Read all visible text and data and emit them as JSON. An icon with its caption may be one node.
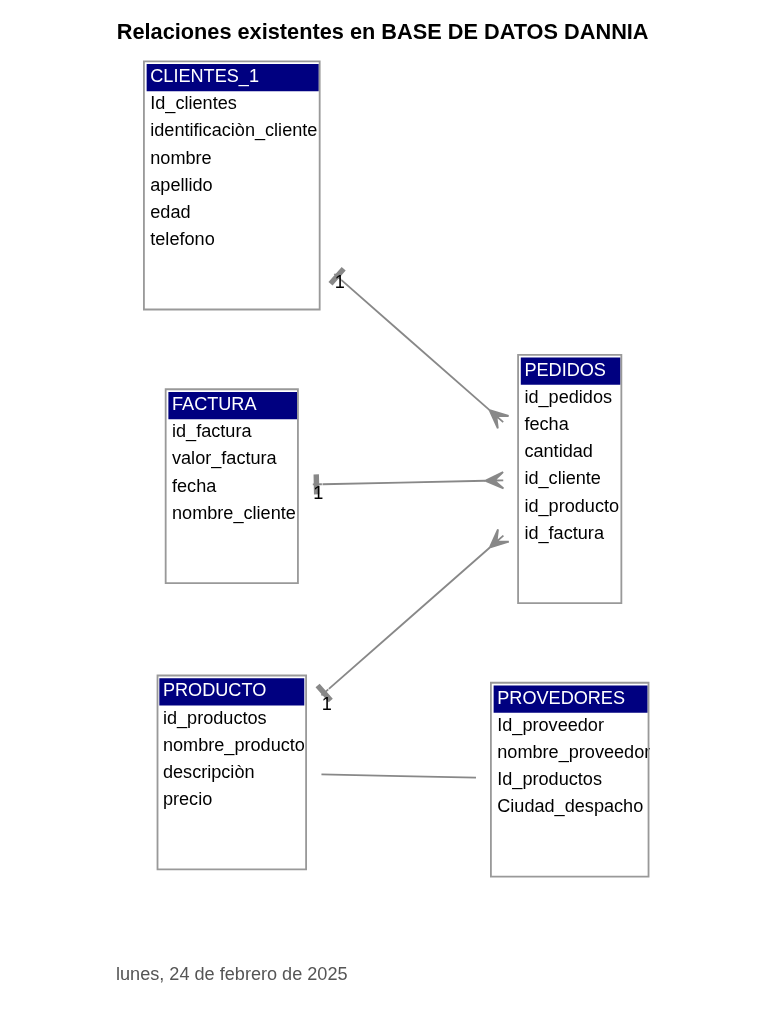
{
  "diagram": {
    "title": "Relaciones existentes en BASE DE DATOS DANNIA",
    "nodes": [
      {
        "text": [
          "CLIENTES_1",
          "Id_clientes",
          "identificaciòn_cliente",
          "nombre",
          "apellido",
          "edad",
          "telefono"
        ]
      },
      {
        "text": [
          "PRODUCTO",
          "id_productos",
          "nombre_producto",
          "descripciòn",
          "precio"
        ]
      },
      {
        "text": [
          "PROVEDORES",
          "Id_proveedor",
          "nombre_proveedor",
          "Id_productos",
          "Ciudad_despacho"
        ]
      },
      {
        "text": [
          "PEDIDOS",
          "id_pedidos",
          "fecha",
          "cantidad",
          "id_cliente",
          "id_producto",
          "id_factura"
        ]
      },
      {
        "text": [
          "FACTURA",
          "id_factura",
          "valor_factura",
          "fecha",
          "nombre_cliente"
        ]
      }
    ],
    "edges": [
      {
        "from": 0,
        "to": 3,
        "arrow": "other"
      },
      {
        "from": 1,
        "to": 3,
        "arrow": "other"
      },
      {
        "from": 1,
        "to": 2,
        "arrow": "none"
      },
      {
        "from": 4,
        "to": 3,
        "arrow": "other"
      }
    ],
    "labels": [
      "lunes, 24 de febrero de 2025",
      "1",
      "1",
      "1"
    ]
  }
}
